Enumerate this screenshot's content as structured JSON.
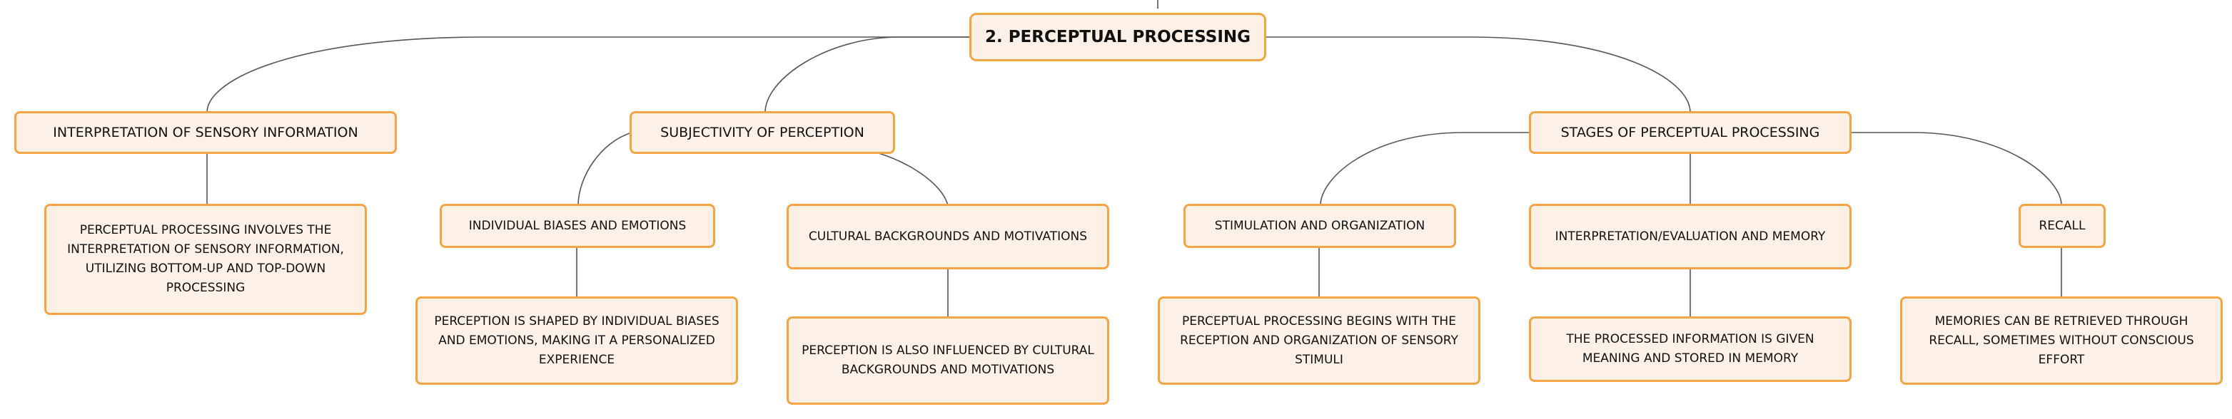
{
  "diagram": {
    "colors": {
      "node_fill": "#fdf1e7",
      "node_border": "#f2a545",
      "link": "#555555",
      "text": "#111111"
    },
    "root": "2. PERCEPTUAL PROCESSING",
    "branches": {
      "interpretation": {
        "label": "INTERPRETATION OF SENSORY INFORMATION",
        "detail": "PERCEPTUAL PROCESSING INVOLVES THE INTERPRETATION OF SENSORY INFORMATION, UTILIZING BOTTOM-UP AND TOP-DOWN PROCESSING"
      },
      "subjectivity": {
        "label": "SUBJECTIVITY OF PERCEPTION",
        "biases": {
          "label": "INDIVIDUAL BIASES AND EMOTIONS",
          "detail": "PERCEPTION IS SHAPED BY INDIVIDUAL BIASES AND EMOTIONS, MAKING IT A PERSONALIZED EXPERIENCE"
        },
        "cultural": {
          "label": "CULTURAL BACKGROUNDS AND MOTIVATIONS",
          "detail": "PERCEPTION IS ALSO INFLUENCED BY CULTURAL BACKGROUNDS AND MOTIVATIONS"
        }
      },
      "stages": {
        "label": "STAGES OF PERCEPTUAL PROCESSING",
        "stimulation": {
          "label": "STIMULATION AND ORGANIZATION",
          "detail": "PERCEPTUAL PROCESSING BEGINS WITH THE RECEPTION AND ORGANIZATION OF SENSORY STIMULI"
        },
        "evaluation": {
          "label": "INTERPRETATION/EVALUATION AND MEMORY",
          "detail": "THE PROCESSED INFORMATION IS GIVEN MEANING AND STORED IN MEMORY"
        },
        "recall": {
          "label": "RECALL",
          "detail": "MEMORIES CAN BE RETRIEVED THROUGH RECALL, SOMETIMES WITHOUT CONSCIOUS EFFORT"
        }
      }
    }
  }
}
